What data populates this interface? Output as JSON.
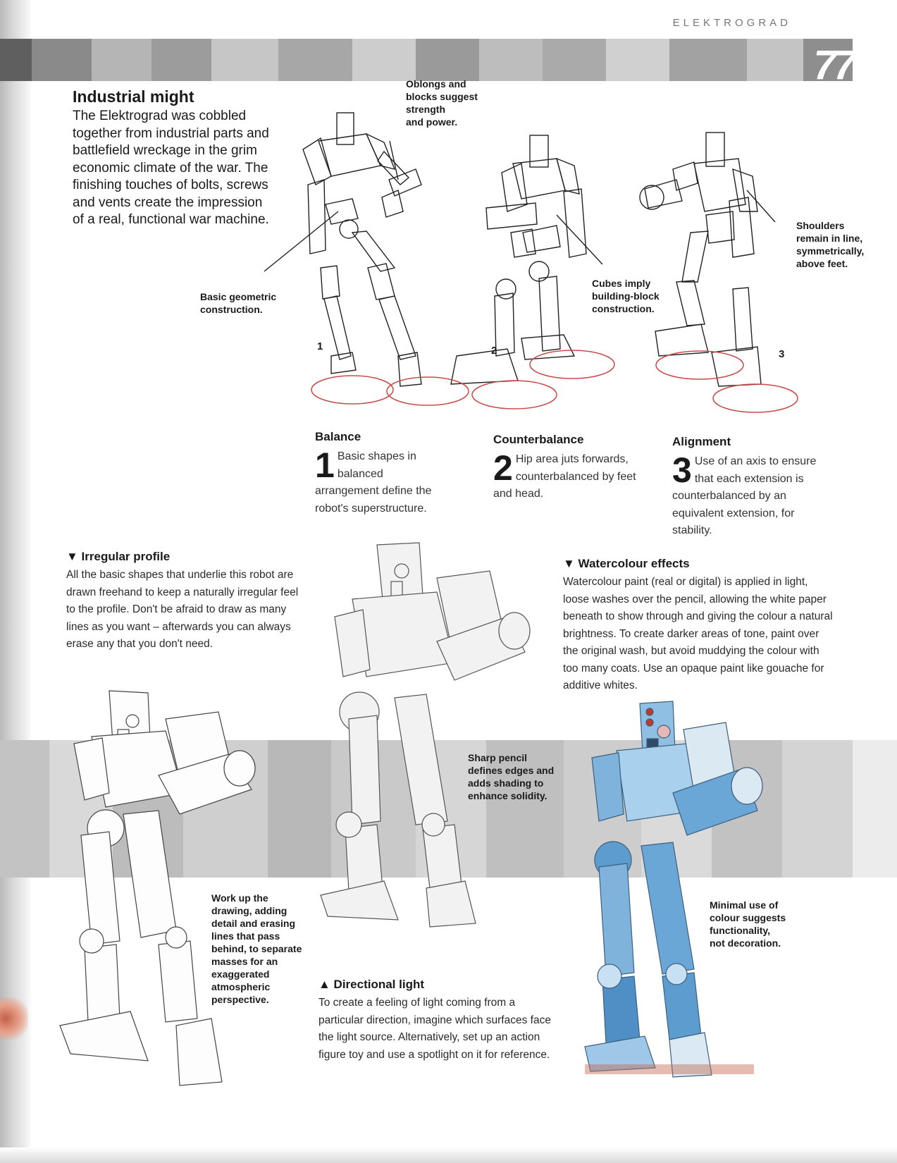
{
  "running_head": "ELEKTROGRAD",
  "page_number": "77",
  "intro": {
    "title": "Industrial might",
    "body": "The Elektrograd was cobbled together from industrial parts and battlefield wreckage in the grim economic climate of the war. The finishing touches of bolts, screws and vents create the impression of a real, functional war machine."
  },
  "callouts": {
    "oblongs": "Oblongs and\nblocks suggest\nstrength\nand power.",
    "basic_geometric": "Basic geometric\nconstruction.",
    "cubes": "Cubes imply\nbuilding-block\nconstruction.",
    "shoulders": "Shoulders\nremain in line,\nsymmetrically,\nabove feet.",
    "sharp_pencil": "Sharp pencil\ndefines edges and\nadds shading to\nenhance solidity.",
    "work_up": "Work up the\ndrawing, adding\ndetail and erasing\nlines that pass\nbehind, to separate\nmasses for an\nexaggerated\natmospheric\nperspective.",
    "minimal_colour": "Minimal use of\ncolour suggests\nfunctionality,\nnot decoration."
  },
  "figure_labels": [
    "1",
    "2",
    "3"
  ],
  "steps": [
    {
      "title": "Balance",
      "number": "1",
      "body": "Basic shapes in balanced arrangement define the robot's superstructure."
    },
    {
      "title": "Counterbalance",
      "number": "2",
      "body": "Hip area juts forwards, counterbalanced by feet and head."
    },
    {
      "title": "Alignment",
      "number": "3",
      "body": "Use of an axis to ensure that each extension is counterbalanced by an equivalent extension, for stability."
    }
  ],
  "sections": {
    "irregular": {
      "title": "▼ Irregular profile",
      "body": "All the basic shapes that underlie this robot are drawn freehand to keep a naturally irregular feel to the profile. Don't be afraid to draw as many lines as you want – afterwards you can always erase any that you don't need."
    },
    "watercolour": {
      "title": "▼ Watercolour effects",
      "body": "Watercolour paint (real or digital) is applied in light, loose washes over the pencil, allowing the white paper beneath to show through and giving the colour a natural brightness. To create darker areas of tone, paint over the original wash, but avoid muddying the colour with too many coats. Use an opaque paint like gouache for additive whites."
    },
    "directional": {
      "title": "▲ Directional light",
      "body": "To create a feeling of light coming from a particular direction, imagine which surfaces face the light source. Alternatively, set up an action figure toy and use a spotlight on it for reference."
    }
  },
  "colors": {
    "ellipse_red": "#c94b4b",
    "watercolour_blue": "#7fb3db",
    "accent_red": "#c0392b"
  }
}
